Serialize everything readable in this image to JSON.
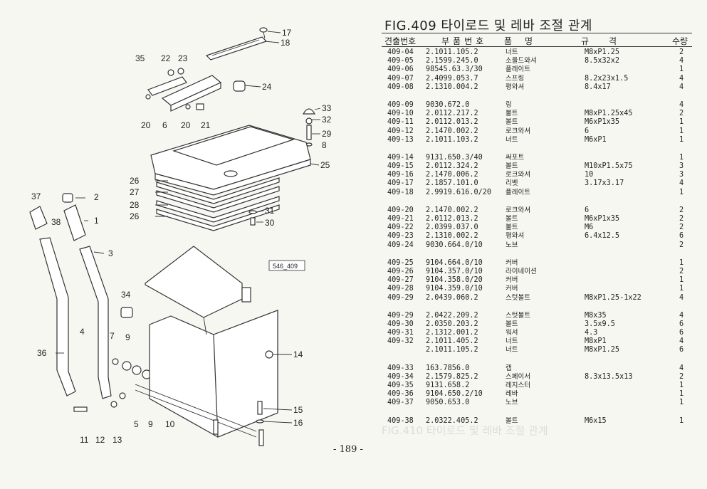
{
  "figure": {
    "title": "FIG.409 타이로드 및 레바 조절 관계",
    "diagram_tag": "546_409"
  },
  "table": {
    "headers": {
      "ref": "견출번호",
      "part": "부품번호",
      "name": "품명",
      "spec": "규격",
      "qty": "수량"
    },
    "groups": [
      [
        {
          "ref": "409-04",
          "part": "2.1011.105.2",
          "name": "너트",
          "spec": "M8xP1.25",
          "qty": "2"
        },
        {
          "ref": "409-05",
          "part": "2.1599.245.0",
          "name": "소울드와셔",
          "spec": "8.5x32x2",
          "qty": "4"
        },
        {
          "ref": "409-06",
          "part": "98545.63.3/30",
          "name": "플레이트",
          "spec": "",
          "qty": "1"
        },
        {
          "ref": "409-07",
          "part": "2.4099.053.7",
          "name": "스프링",
          "spec": "8.2x23x1.5",
          "qty": "4"
        },
        {
          "ref": "409-08",
          "part": "2.1310.004.2",
          "name": "평와셔",
          "spec": "8.4x17",
          "qty": "4"
        }
      ],
      [
        {
          "ref": "409-09",
          "part": "9030.672.0",
          "name": "링",
          "spec": "",
          "qty": "4"
        },
        {
          "ref": "409-10",
          "part": "2.0112.217.2",
          "name": "볼트",
          "spec": "M8xP1.25x45",
          "qty": "2"
        },
        {
          "ref": "409-11",
          "part": "2.0112.013.2",
          "name": "볼트",
          "spec": "M6xP1x35",
          "qty": "1"
        },
        {
          "ref": "409-12",
          "part": "2.1470.002.2",
          "name": "로크와셔",
          "spec": "6",
          "qty": "1"
        },
        {
          "ref": "409-13",
          "part": "2.1011.103.2",
          "name": "너트",
          "spec": "M6xP1",
          "qty": "1"
        }
      ],
      [
        {
          "ref": "409-14",
          "part": "9131.650.3/40",
          "name": "써포트",
          "spec": "",
          "qty": "1"
        },
        {
          "ref": "409-15",
          "part": "2.0112.324.2",
          "name": "볼트",
          "spec": "M10xP1.5x75",
          "qty": "3"
        },
        {
          "ref": "409-16",
          "part": "2.1470.006.2",
          "name": "로크와셔",
          "spec": "10",
          "qty": "3"
        },
        {
          "ref": "409-17",
          "part": "2.1857.101.0",
          "name": "리벳",
          "spec": "3.17x3.17",
          "qty": "4"
        },
        {
          "ref": "409-18",
          "part": "2.9919.616.0/20",
          "name": "플레이트",
          "spec": "",
          "qty": "1"
        }
      ],
      [
        {
          "ref": "409-20",
          "part": "2.1470.002.2",
          "name": "로크와셔",
          "spec": "6",
          "qty": "2"
        },
        {
          "ref": "409-21",
          "part": "2.0112.013.2",
          "name": "볼트",
          "spec": "M6xP1x35",
          "qty": "2"
        },
        {
          "ref": "409-22",
          "part": "2.0399.037.0",
          "name": "볼트",
          "spec": "M6",
          "qty": "2"
        },
        {
          "ref": "409-23",
          "part": "2.1310.002.2",
          "name": "평와셔",
          "spec": "6.4x12.5",
          "qty": "6"
        },
        {
          "ref": "409-24",
          "part": "9030.664.0/10",
          "name": "노브",
          "spec": "",
          "qty": "2"
        }
      ],
      [
        {
          "ref": "409-25",
          "part": "9104.664.0/10",
          "name": "커버",
          "spec": "",
          "qty": "1"
        },
        {
          "ref": "409-26",
          "part": "9104.357.0/10",
          "name": "라이네이션",
          "spec": "",
          "qty": "2"
        },
        {
          "ref": "409-27",
          "part": "9104.358.0/20",
          "name": "커버",
          "spec": "",
          "qty": "1"
        },
        {
          "ref": "409-28",
          "part": "9104.359.0/10",
          "name": "커버",
          "spec": "",
          "qty": "1"
        },
        {
          "ref": "409-29",
          "part": "2.0439.060.2",
          "name": "스텃볼트",
          "spec": "M8xP1.25-1x22",
          "qty": "4"
        }
      ],
      [
        {
          "ref": "409-29",
          "part": "2.0422.209.2",
          "name": "스텃볼트",
          "spec": "M8x35",
          "qty": "4"
        },
        {
          "ref": "409-30",
          "part": "2.0350.203.2",
          "name": "볼트",
          "spec": "3.5x9.5",
          "qty": "6"
        },
        {
          "ref": "409-31",
          "part": "2.1312.001.2",
          "name": "워셔",
          "spec": "4.3",
          "qty": "6"
        },
        {
          "ref": "409-32",
          "part": "2.1011.405.2",
          "name": "너트",
          "spec": "M8xP1",
          "qty": "4"
        },
        {
          "ref": "",
          "part": "2.1011.105.2",
          "name": "너트",
          "spec": "M8xP1.25",
          "qty": "6"
        }
      ],
      [
        {
          "ref": "409-33",
          "part": "163.7856.0",
          "name": "캡",
          "spec": "",
          "qty": "4"
        },
        {
          "ref": "409-34",
          "part": "2.1579.825.2",
          "name": "스페이서",
          "spec": "8.3x13.5x13",
          "qty": "2"
        },
        {
          "ref": "409-35",
          "part": "9131.658.2",
          "name": "레지스터",
          "spec": "",
          "qty": "1"
        },
        {
          "ref": "409-36",
          "part": "9104.650.2/10",
          "name": "레바",
          "spec": "",
          "qty": "1"
        },
        {
          "ref": "409-37",
          "part": "9050.653.0",
          "name": "노브",
          "spec": "",
          "qty": "1"
        }
      ],
      [
        {
          "ref": "409-38",
          "part": "2.0322.405.2",
          "name": "볼트",
          "spec": "M6x15",
          "qty": "1"
        }
      ]
    ]
  },
  "callouts": [
    "17",
    "18",
    "35",
    "22",
    "23",
    "24",
    "33",
    "32",
    "29",
    "8",
    "25",
    "20",
    "6",
    "20",
    "21",
    "26",
    "27",
    "28",
    "26",
    "31",
    "30",
    "2",
    "1",
    "37",
    "38",
    "3",
    "34",
    "36",
    "4",
    "7",
    "9",
    "5",
    "9",
    "10",
    "14",
    "15",
    "16",
    "11",
    "12",
    "13"
  ],
  "page_number": "- 189 -",
  "bleed_text": "FIG.410 타이로드 및 레바 조절 관계"
}
